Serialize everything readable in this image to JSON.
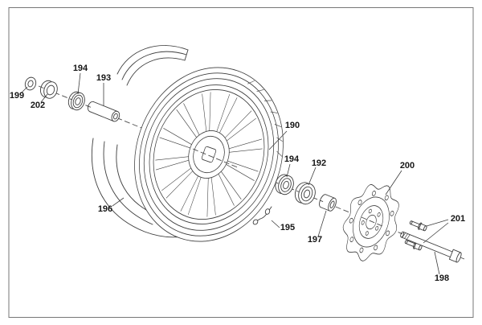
{
  "colors": {
    "line": "#3d3d3d",
    "label": "#161616",
    "dash": "#4a4a4a",
    "frame": "#777777",
    "background": "#ffffff"
  },
  "labels": {
    "p199": "199",
    "p202": "202",
    "p194_left": "194",
    "p193": "193",
    "p190": "190",
    "p194_right": "194",
    "p192": "192",
    "p196": "196",
    "p195": "195",
    "p197": "197",
    "p200": "200",
    "p201": "201",
    "p198": "198"
  }
}
